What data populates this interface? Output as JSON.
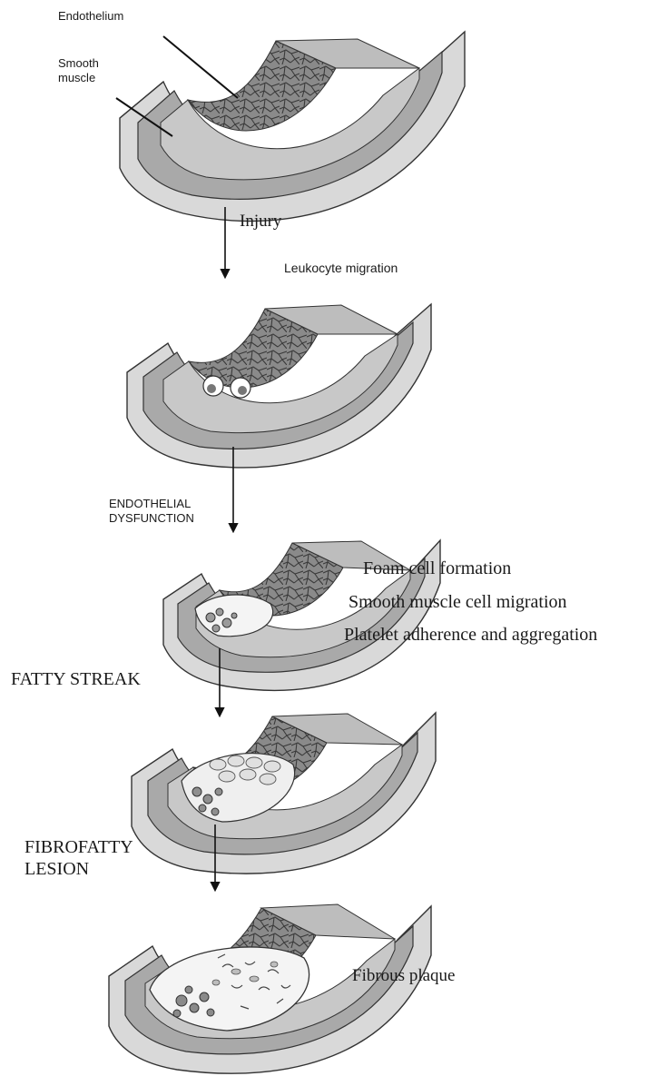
{
  "labels": {
    "endothelium": "Endothelium",
    "smooth_muscle": "Smooth\nmuscle",
    "injury": "Injury",
    "leukocyte_migration": "Leukocyte migration",
    "endothelial_dysfunction": "ENDOTHELIAL\nDYSFUNCTION",
    "foam_cell_formation": "Foam cell formation",
    "smooth_muscle_cell_migration": "Smooth muscle cell migration",
    "platelet_adherence": "Platelet adherence and aggregation",
    "fatty_streak": "FATTY STREAK",
    "fibrofatty_lesion": "FIBROFATTY\nLESION",
    "fibrous_plaque": "Fibrous plaque"
  },
  "colors": {
    "outer_wall": "#d9d9d9",
    "media": "#a9a9a9",
    "intima": "#c8c8c8",
    "endothelium_fill": "#8c8c8c",
    "line": "#333333",
    "lesion_fill": "#f4f4f4"
  },
  "stages": [
    {
      "name": "normal-artery",
      "lesion": "none"
    },
    {
      "name": "leukocyte-migration-stage",
      "lesion": "leukocytes"
    },
    {
      "name": "endothelial-dysfunction-stage",
      "lesion": "small"
    },
    {
      "name": "fatty-streak-stage",
      "lesion": "medium"
    },
    {
      "name": "fibrous-plaque-stage",
      "lesion": "large"
    }
  ]
}
